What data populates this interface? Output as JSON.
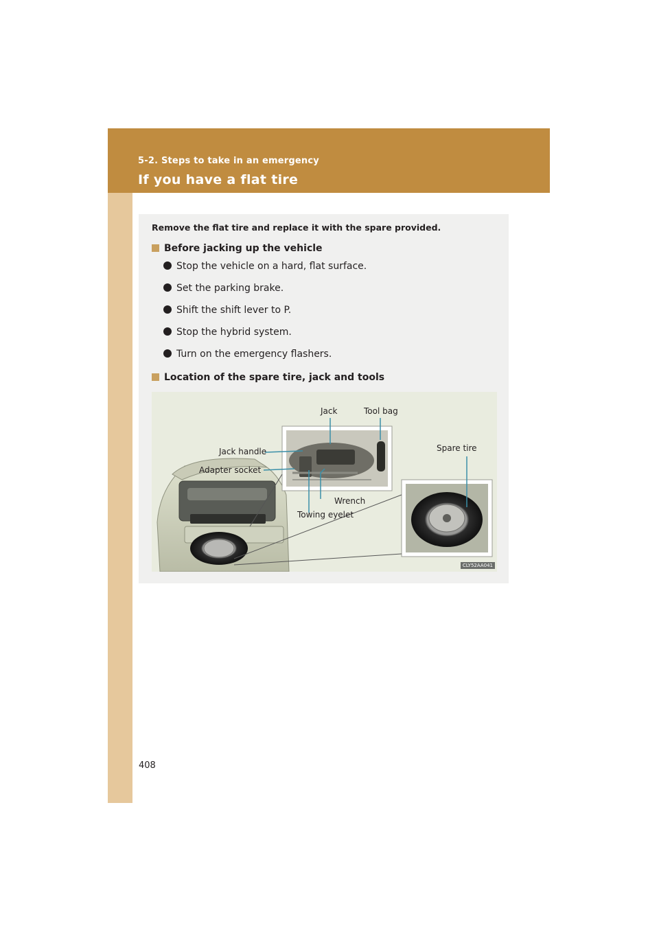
{
  "header": {
    "section": "5-2. Steps to take in an emergency",
    "title": "If you have a flat tire"
  },
  "content": {
    "intro": "Remove the flat tire and replace it with the spare provided.",
    "subheading1": "Before jacking up the vehicle",
    "bullets": [
      "Stop the vehicle on a hard, flat surface.",
      "Set the parking brake.",
      "Shift the shift lever to P.",
      "Stop the hybrid system.",
      "Turn on the emergency flashers."
    ],
    "subheading2": "Location of the spare tire, jack and tools"
  },
  "figure": {
    "callouts": {
      "jack": "Jack",
      "tool_bag": "Tool bag",
      "jack_handle": "Jack handle",
      "adapter_socket": "Adapter socket",
      "wrench": "Wrench",
      "towing_eyelet": "Towing eyelet",
      "spare_tire": "Spare tire"
    },
    "code": "CLY52AA041"
  },
  "page_number": "408",
  "colors": {
    "header": "#c08c40",
    "sidebar": "#e6c89c",
    "content_box": "#f0f0ef",
    "figure_bg": "#e9ecdf",
    "leader_line": "#3a8fa8"
  }
}
